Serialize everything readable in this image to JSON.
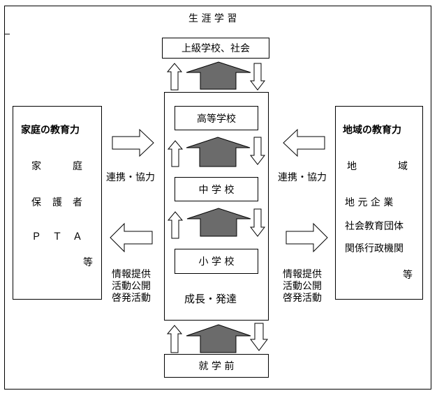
{
  "title": "生 涯 学 習",
  "top_box": "上級学校、社会",
  "bottom_box": "就 学 前",
  "center": {
    "high_school": "高等学校",
    "middle_school": "中 学 校",
    "elementary_school": "小 学 校",
    "growth": "成長・発達"
  },
  "left": {
    "title": "家庭の教育力",
    "items": [
      "家",
      "庭",
      "保",
      "護",
      "者",
      "Ｐ",
      "Ｔ",
      "Ａ",
      "等"
    ],
    "link_label": "連携・協力",
    "info_lines": [
      "情報提供",
      "活動公開",
      "啓発活動"
    ]
  },
  "right": {
    "title": "地域の教育力",
    "items": [
      "地",
      "域",
      "地 元 企 業",
      "社会教育団体",
      "関係行政機関",
      "等"
    ],
    "link_label": "連携・協力",
    "info_lines": [
      "情報提供",
      "活動公開",
      "啓発活動"
    ]
  }
}
